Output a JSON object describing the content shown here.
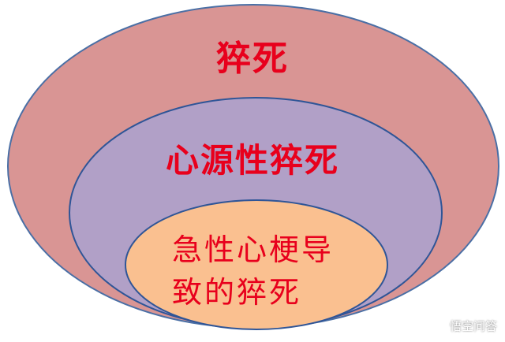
{
  "diagram": {
    "outer": {
      "label": "猝死",
      "fill": "#d99594",
      "stroke": "#4a6fa5"
    },
    "middle": {
      "label": "心源性猝死",
      "fill": "#b1a0c7",
      "stroke": "#2f5597"
    },
    "inner": {
      "label_line1": "急性心梗导",
      "label_line2": "致的猝死",
      "fill": "#fac090",
      "stroke": "#2f5597"
    },
    "text_color": "#e8001c"
  },
  "watermark": {
    "text": "悟空问答",
    "icon": "chat-bubble-icon"
  }
}
